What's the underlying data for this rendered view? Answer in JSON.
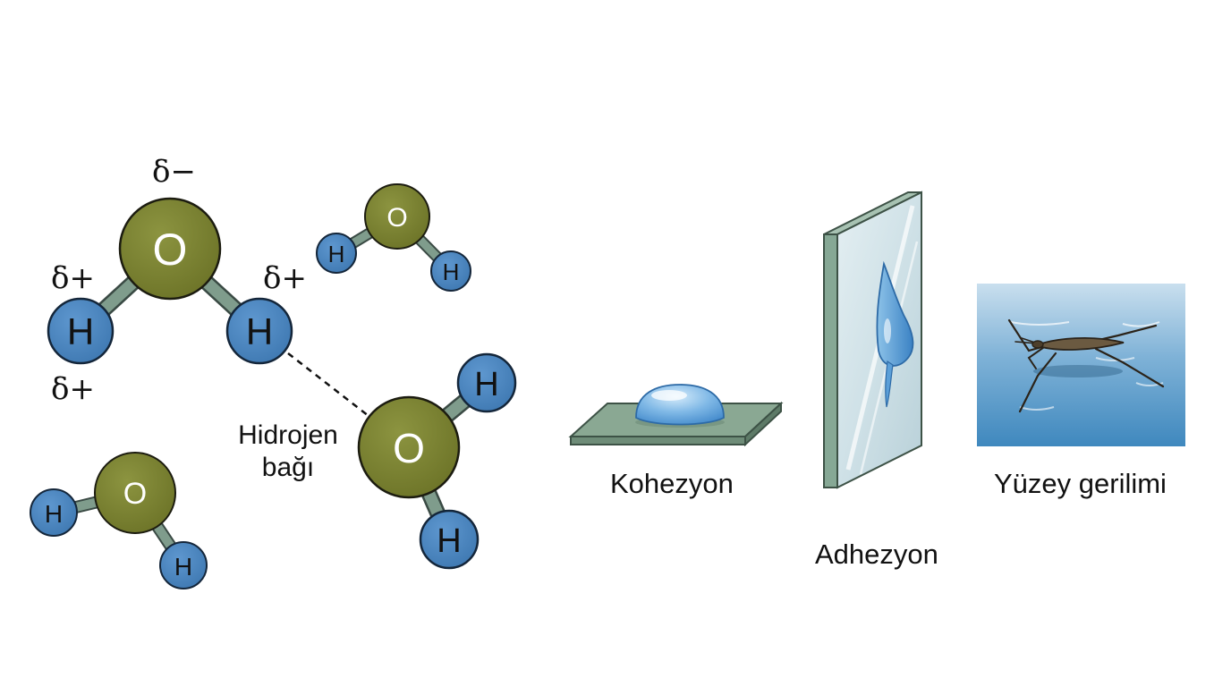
{
  "molecule_labels": {
    "oxygen": "O",
    "hydrogen": "H"
  },
  "charges": {
    "oxygen_partial": "δ−",
    "hydrogen_left_top": "δ+",
    "hydrogen_left_bottom": "δ+",
    "hydrogen_right": "δ+"
  },
  "hydrogen_bond": {
    "line1": "Hidrojen",
    "line2": "bağı"
  },
  "panels": {
    "cohesion": "Kohezyon",
    "adhesion": "Adhezyon",
    "surface_tension": "Yüzey gerilimi"
  },
  "colors": {
    "oxygen_fill": "#7b8230",
    "hydrogen_fill": "#4d86bf",
    "bond": "#7f9c8c",
    "plate": "#8aa893",
    "water": "#5b9fd8",
    "pond": "#4f94c6"
  }
}
